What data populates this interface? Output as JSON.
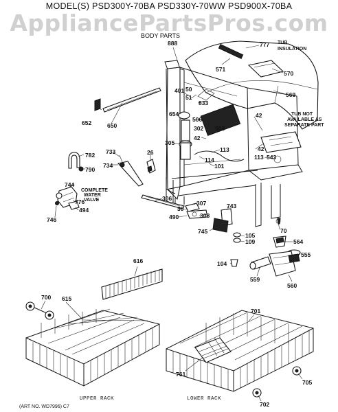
{
  "header": {
    "models": "MODEL(S) PSD300Y-70BA  PSD330Y-70WW  PSD900X-70BA",
    "watermark": "AppliancePartsPros.com",
    "section_title": "BODY PARTS"
  },
  "parts": {
    "p777": "777",
    "p888": "888",
    "p571": "571",
    "p570": "570",
    "p569": "569",
    "p401": "401",
    "p50": "50",
    "p51": "51",
    "p833": "833",
    "p654": "654",
    "p506": "506",
    "p508": "508",
    "p302": "302",
    "p305": "305",
    "p42a": "42",
    "p42b": "42",
    "p42c": "42",
    "p113a": "113",
    "p113b": "113",
    "p114": "114",
    "p101": "101",
    "p543": "543",
    "p652": "652",
    "p650": "650",
    "p782": "782",
    "p790": "790",
    "p733": "733",
    "p26": "26",
    "p734": "734",
    "p744": "744",
    "p776": "776",
    "p494": "494",
    "p746": "746",
    "p306": "306",
    "p307": "307",
    "p30": "30",
    "p490": "490",
    "p308": "308",
    "p743": "743",
    "p745": "745",
    "p70": "70",
    "p105": "105",
    "p109": "109",
    "p564": "564",
    "p555": "555",
    "p104": "104",
    "p559": "559",
    "p560": "560",
    "p616": "616",
    "p700": "700",
    "p615": "615",
    "p701": "701",
    "p761": "761",
    "p705": "705",
    "p702": "702"
  },
  "notes": {
    "tub_insulation_1": "TUB",
    "tub_insulation_2": "INSULATION",
    "tub_not_avail_1": "TUB NOT",
    "tub_not_avail_2": "AVAILABLE AS",
    "tub_not_avail_3": "SEPARATE PART",
    "complete_valve_1": "COMPLETE",
    "complete_valve_2": "WATER",
    "complete_valve_3": "VALVE"
  },
  "captions": {
    "upper_rack": "UPPER RACK",
    "lower_rack": "LOWER RACK",
    "art_no": "(ART NO. WD7996) C7"
  }
}
